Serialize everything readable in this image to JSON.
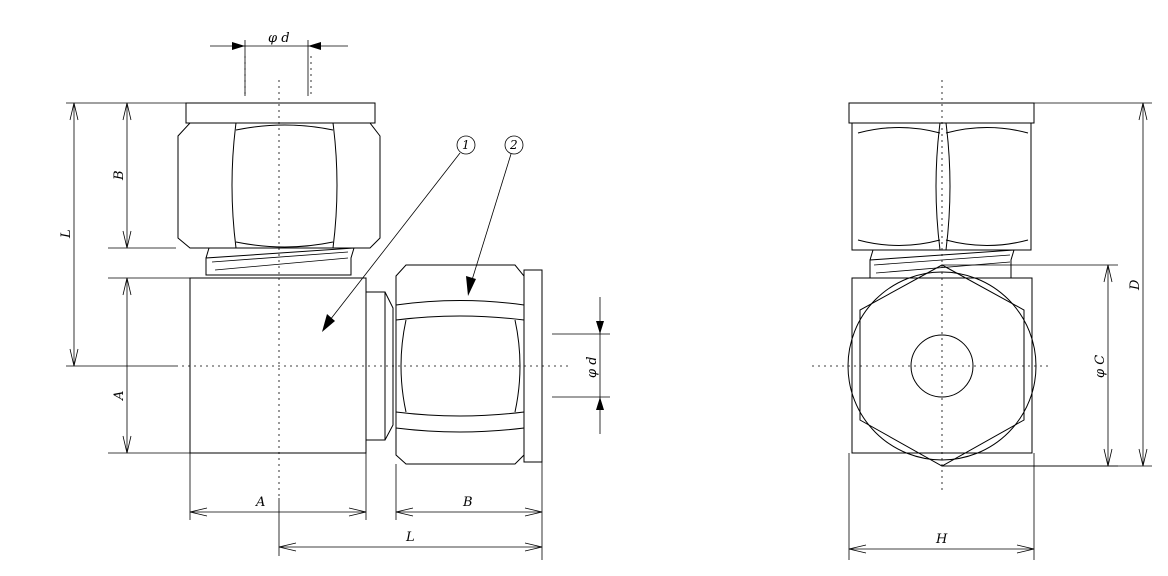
{
  "dimensions": {
    "d_top": "φ d",
    "d_right": "φ d",
    "L_left": "L",
    "B_left": "B",
    "A_left": "A",
    "A_bottom": "A",
    "B_bottom": "B",
    "L_bottom": "L",
    "H": "H",
    "C": "φ C",
    "D": "D"
  },
  "balloons": {
    "one": "1",
    "two": "2"
  }
}
